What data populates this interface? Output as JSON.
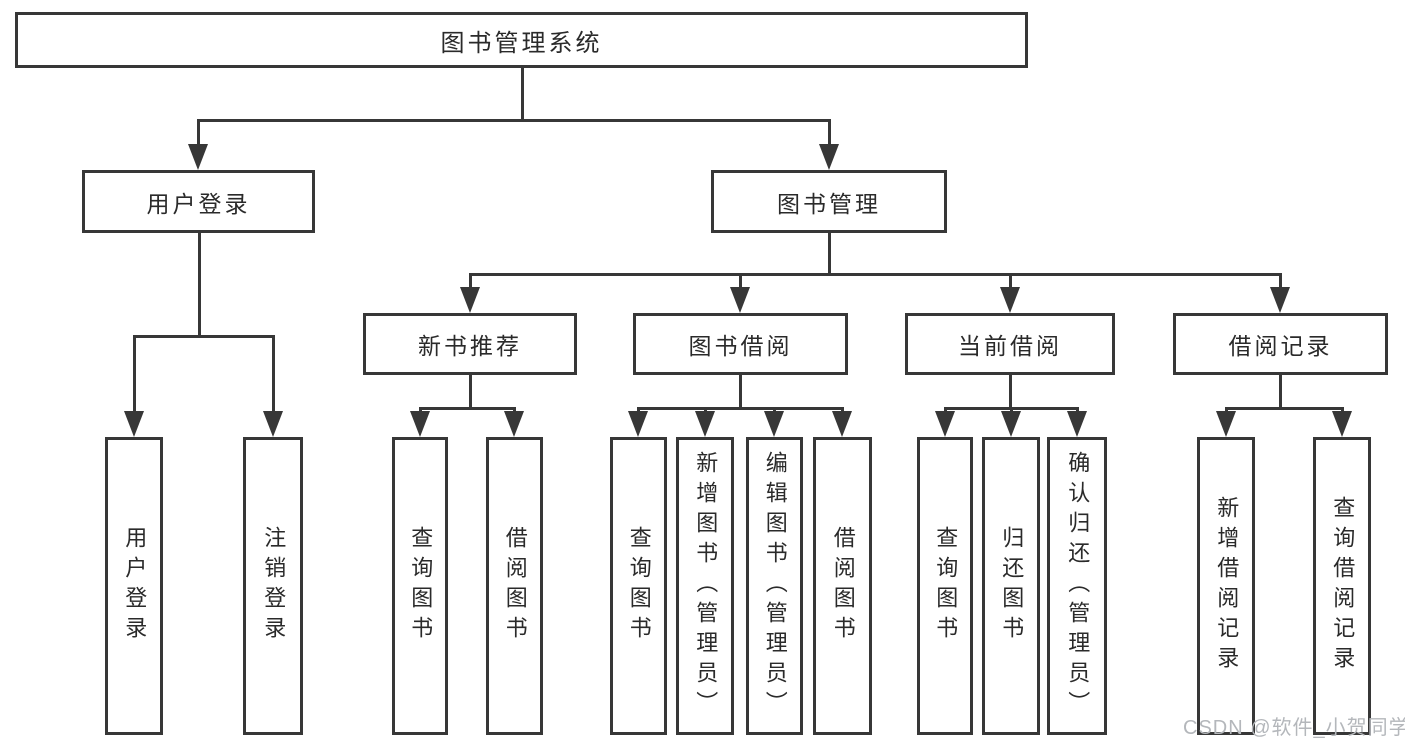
{
  "diagram": {
    "title": "图书管理系统",
    "level2": [
      {
        "label": "用户登录"
      },
      {
        "label": "图书管理"
      }
    ],
    "level3": [
      {
        "label": "新书推荐"
      },
      {
        "label": "图书借阅"
      },
      {
        "label": "当前借阅"
      },
      {
        "label": "借阅记录"
      }
    ],
    "leaves": [
      {
        "items": [
          "用户登录",
          "注销登录"
        ]
      },
      {
        "items": [
          "查询图书",
          "借阅图书"
        ]
      },
      {
        "items": [
          "查询图书",
          "新增图书（管理员）",
          "编辑图书（管理员）",
          "借阅图书"
        ]
      },
      {
        "items": [
          "查询图书",
          "归还图书",
          "确认归还（管理员）"
        ]
      },
      {
        "items": [
          "新增借阅记录",
          "查询借阅记录"
        ]
      }
    ]
  },
  "watermark": {
    "text": "CSDN @软件_小贺同学"
  },
  "colors": {
    "line": "#373737",
    "text": "#2a2a2a",
    "background": "#ffffff",
    "watermark": "#b4b7bb"
  }
}
